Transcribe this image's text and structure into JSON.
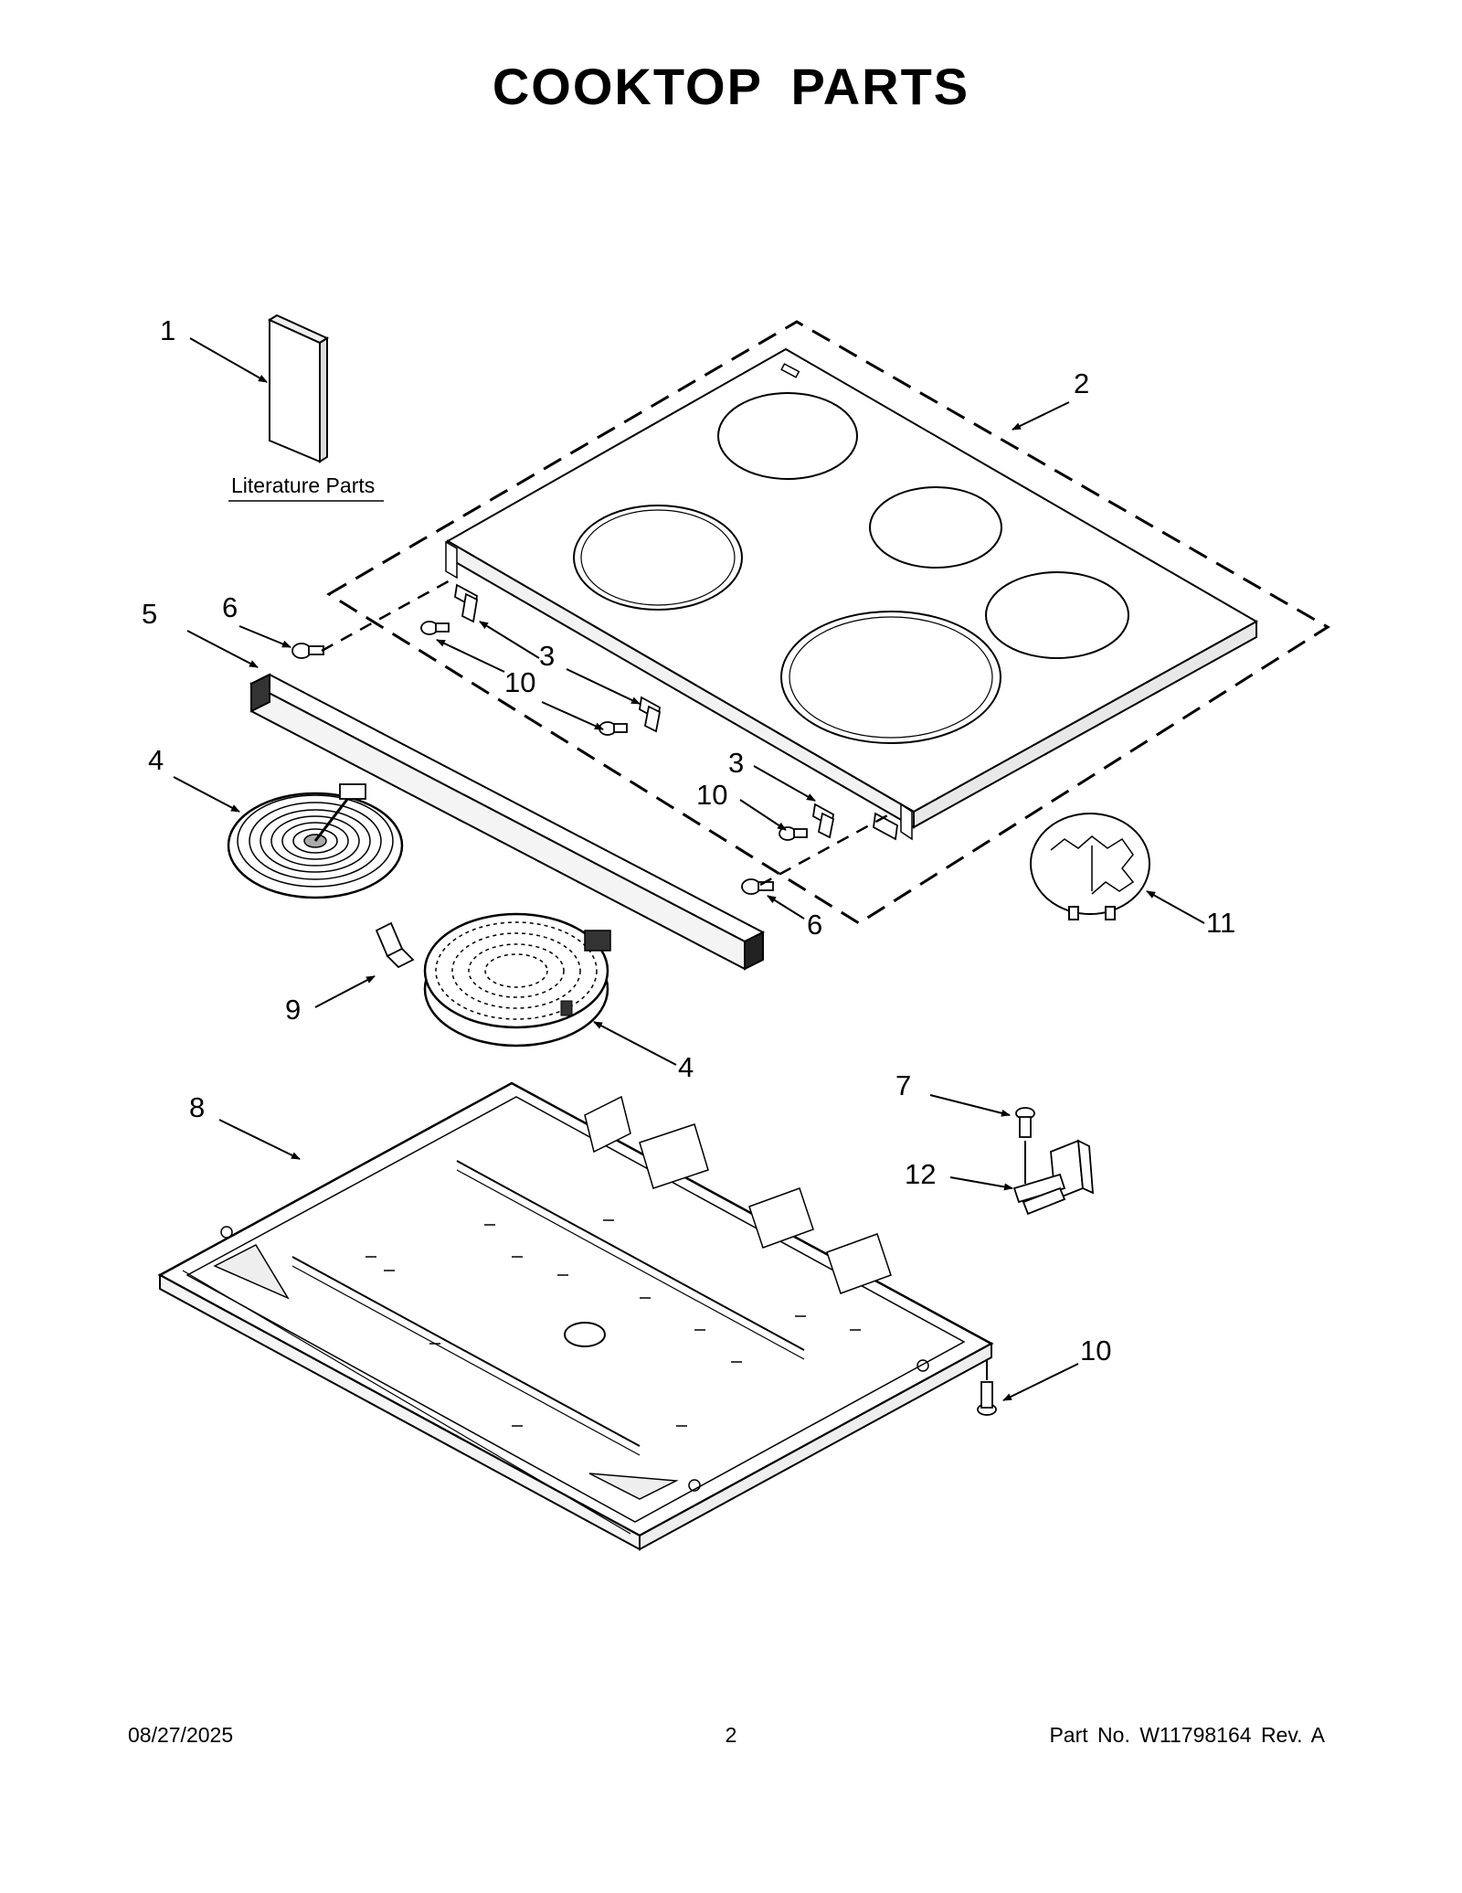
{
  "title": "COOKTOP PARTS",
  "literature_label": "Literature Parts",
  "callouts": {
    "c1": "1",
    "c2": "2",
    "c3a": "3",
    "c3b": "3",
    "c4a": "4",
    "c4b": "4",
    "c5": "5",
    "c6a": "6",
    "c6b": "6",
    "c7": "7",
    "c8": "8",
    "c9": "9",
    "c10a": "10",
    "c10b": "10",
    "c10c": "10",
    "c11": "11",
    "c12": "12"
  },
  "footer": {
    "date": "08/27/2025",
    "page": "2",
    "part": "Part No.  W11798164  Rev.  A"
  }
}
